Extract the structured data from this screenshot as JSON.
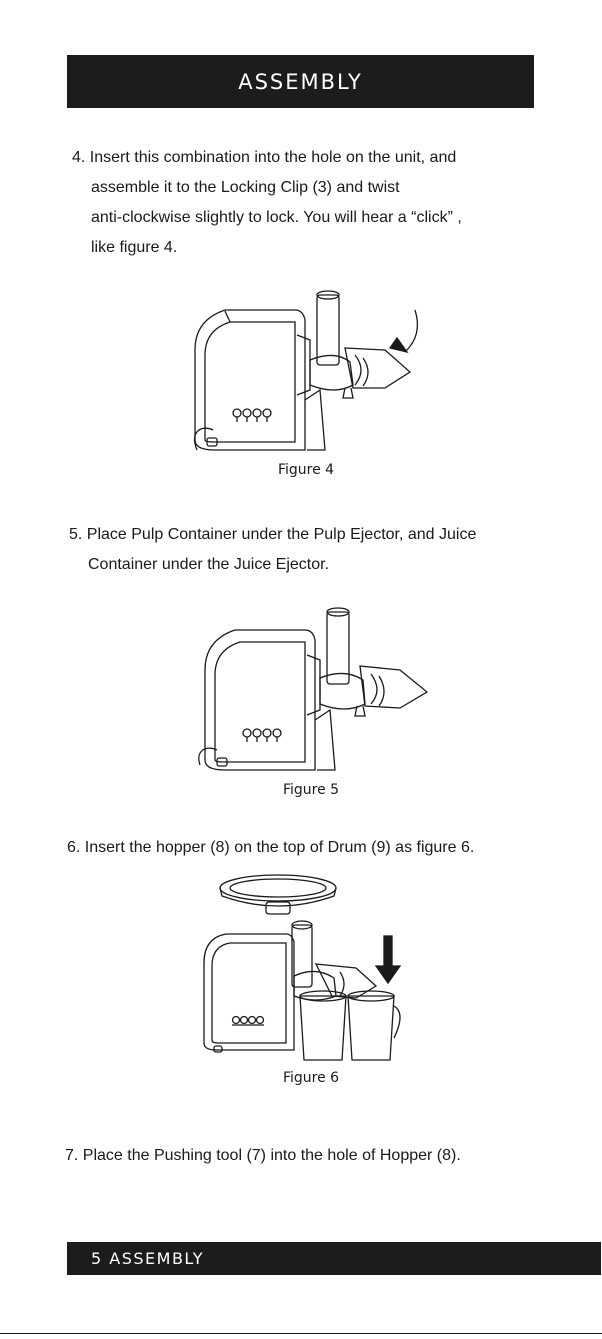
{
  "header": {
    "title": "ASSEMBLY"
  },
  "steps": {
    "step4": {
      "lines": [
        "4. Insert this combination into the hole on the unit, and",
        "assemble it to the Locking Clip (3) and twist",
        "anti-clockwise slightly to lock. You will hear a “click” ,",
        "like figure 4."
      ],
      "caption": "Figure 4"
    },
    "step5": {
      "lines": [
        "5. Place Pulp Container under the Pulp Ejector, and Juice",
        "Container under the Juice Ejector."
      ],
      "caption": "Figure 5"
    },
    "step6": {
      "lines": [
        "6. Insert the hopper (8) on the top of Drum (9) as figure 6."
      ],
      "caption": "Figure 6"
    },
    "step7": {
      "lines": [
        "7. Place the Pushing tool (7) into the hole of Hopper (8)."
      ]
    }
  },
  "footer": {
    "label": "5  ASSEMBLY"
  }
}
